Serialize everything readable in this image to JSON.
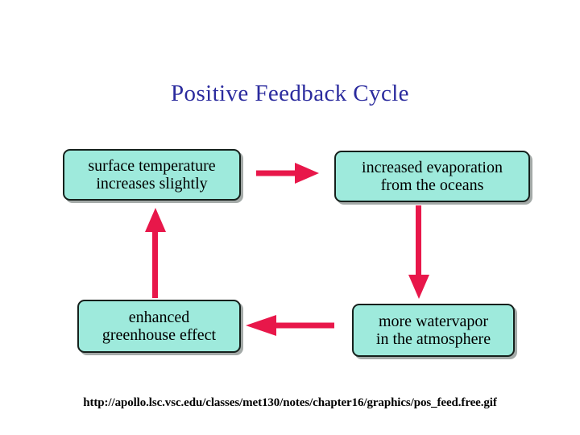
{
  "diagram": {
    "title": "Positive Feedback Cycle",
    "title_color": "#2b2b9e",
    "background_color": "#ffffff",
    "box_fill_color": "#9eeadc",
    "box_border_color": "#16201c",
    "arrow_color": "#e8174a",
    "nodes": [
      {
        "id": "surface-temperature",
        "line1": "surface temperature",
        "line2": "increases slightly"
      },
      {
        "id": "increased-evaporation",
        "line1": "increased evaporation",
        "line2": "from the oceans"
      },
      {
        "id": "greenhouse-effect",
        "line1": "enhanced",
        "line2": "greenhouse effect"
      },
      {
        "id": "watervapor",
        "line1": "more watervapor",
        "line2": "in the atmosphere"
      }
    ],
    "arrows": [
      {
        "id": "top",
        "direction": "right",
        "from": "surface-temperature",
        "to": "increased-evaporation"
      },
      {
        "id": "right",
        "direction": "down",
        "from": "increased-evaporation",
        "to": "watervapor"
      },
      {
        "id": "bottom",
        "direction": "left",
        "from": "watervapor",
        "to": "greenhouse-effect"
      },
      {
        "id": "left",
        "direction": "up",
        "from": "greenhouse-effect",
        "to": "surface-temperature"
      }
    ]
  },
  "caption": {
    "source_url": "http://apollo.lsc.vsc.edu/classes/met130/notes/chapter16/graphics/pos_feed.free.gif"
  }
}
